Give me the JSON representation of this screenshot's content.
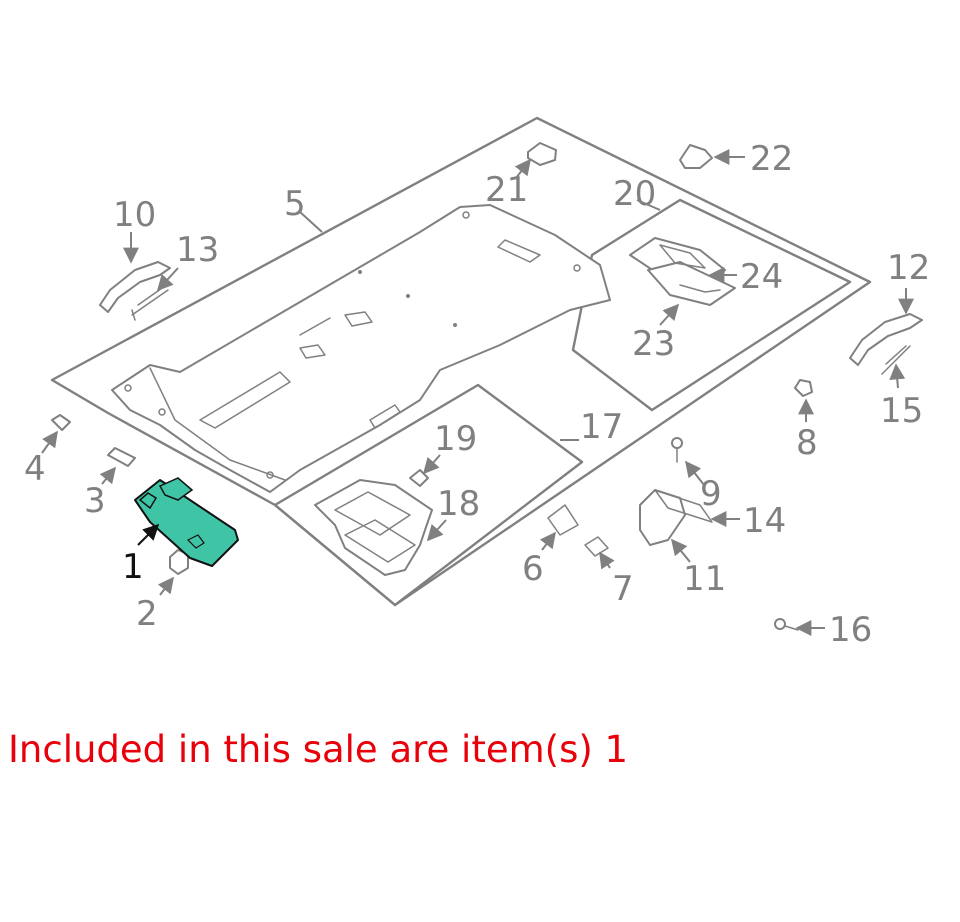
{
  "diagram": {
    "selected_item": "1",
    "highlight_color": "#3fc5a6",
    "line_color": "#808080",
    "labels": {
      "n1": "1",
      "n2": "2",
      "n3": "3",
      "n4": "4",
      "n5": "5",
      "n6": "6",
      "n7": "7",
      "n8": "8",
      "n9": "9",
      "n10": "10",
      "n11": "11",
      "n12": "12",
      "n13": "13",
      "n14": "14",
      "n15": "15",
      "n16": "16",
      "n17": "17",
      "n18": "18",
      "n19": "19",
      "n20": "20",
      "n21": "21",
      "n22": "22",
      "n23": "23",
      "n24": "24"
    }
  },
  "note": {
    "text": "Included in this sale are item(s) 1",
    "color": "#e8000b"
  }
}
